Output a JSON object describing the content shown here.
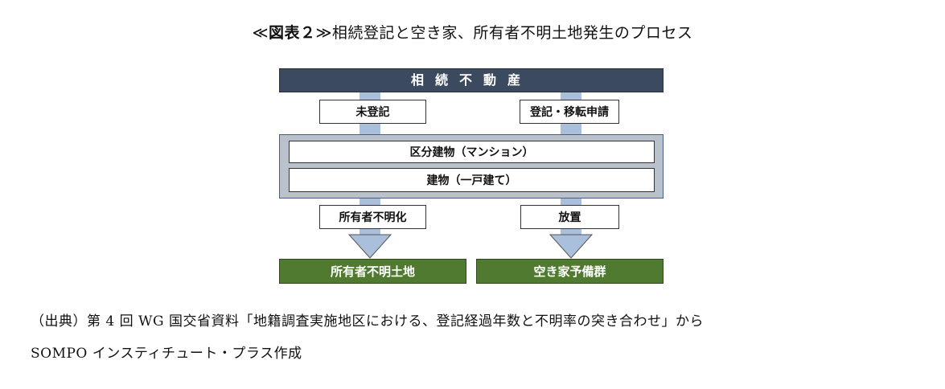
{
  "title": {
    "bracket_open": "≪",
    "figure_label": "図表２",
    "bracket_close": "≫",
    "text": "相続登記と空き家、所有者不明土地発生のプロセス"
  },
  "diagram": {
    "header": "相続不動産",
    "left_label": "未登記",
    "right_label": "登記・移転申請",
    "inner_boxes": [
      "区分建物（マンション）",
      "建物（一戸建て）"
    ],
    "left_result_label": "所有者不明化",
    "right_result_label": "放置",
    "left_outcome": "所有者不明土地",
    "right_outcome": "空き家予備群",
    "colors": {
      "header": "#3c4a5f",
      "panel": "#b8c1cc",
      "stem": "#a9bfdc",
      "outcome": "#4f7a30"
    }
  },
  "source": {
    "line1": "（出典）第 4 回 WG 国交省資料「地籍調査実施地区における、登記経過年数と不明率の突き合わせ」から",
    "line2": "SOMPO インスティチュート・プラス作成"
  }
}
